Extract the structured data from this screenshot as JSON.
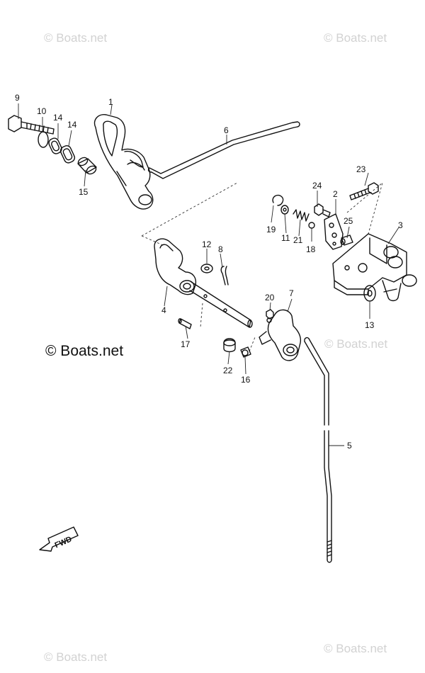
{
  "watermarks": {
    "top_left": "© Boats.net",
    "top_right": "© Boats.net",
    "mid_left": "© Boats.net",
    "mid_right": "© Boats.net",
    "bottom_left": "© Boats.net",
    "bottom_right": "© Boats.net"
  },
  "fwd_label": "FWD",
  "callouts": {
    "p1": "1",
    "p2": "2",
    "p3": "3",
    "p4": "4",
    "p5": "5",
    "p6": "6",
    "p7": "7",
    "p8": "8",
    "p9": "9",
    "p10": "10",
    "p11": "11",
    "p12": "12",
    "p13": "13",
    "p14a": "14",
    "p14b": "14",
    "p15": "15",
    "p16": "16",
    "p17": "17",
    "p18": "18",
    "p19": "19",
    "p20": "20",
    "p21": "21",
    "p22": "22",
    "p23": "23",
    "p24": "24",
    "p25": "25"
  }
}
